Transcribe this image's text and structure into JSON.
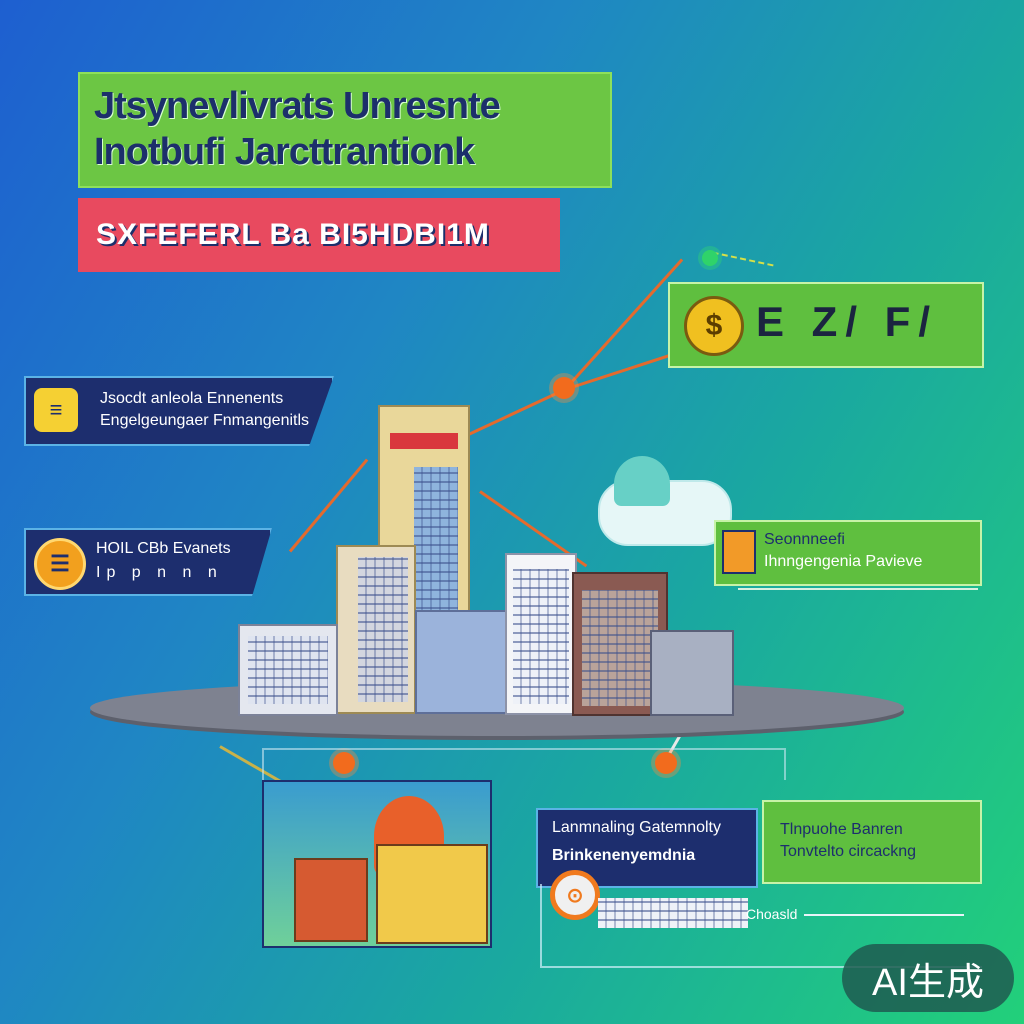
{
  "header": {
    "title_line1": "Jtsynevlivrats Unresnte",
    "title_line2": "Inotbufi Jarcttrantionk",
    "subtitle": "SXFEFERL Ba BI5HDBI1M"
  },
  "top_right_card": {
    "symbols": "E Z/ F/"
  },
  "left_cards": [
    {
      "line1": "Jsocdt anleola Ennenents",
      "line2": "Engelgeungaer Fnmangenitls"
    },
    {
      "line1": "HOIL CBb Evanets",
      "line2": "Ip p n n n"
    }
  ],
  "right_mid_card": {
    "line1": "Seonnneefi",
    "line2": "Ihnngengenia Pavieve"
  },
  "bottom_cards": {
    "navy_line1": "Lanmnaling Gatemnolty",
    "navy_line2": "Brinkenenyemdnia",
    "green_line1": "Tlnpuohe Banren",
    "green_line2": "Tonvtelto circackng",
    "small_label": "Choasld"
  },
  "watermark": {
    "text": "AI生成"
  },
  "colors": {
    "accent_green": "#6cc644",
    "accent_red": "#e84a5f",
    "navy": "#1d2e6e",
    "connector": "#e46a2d"
  }
}
